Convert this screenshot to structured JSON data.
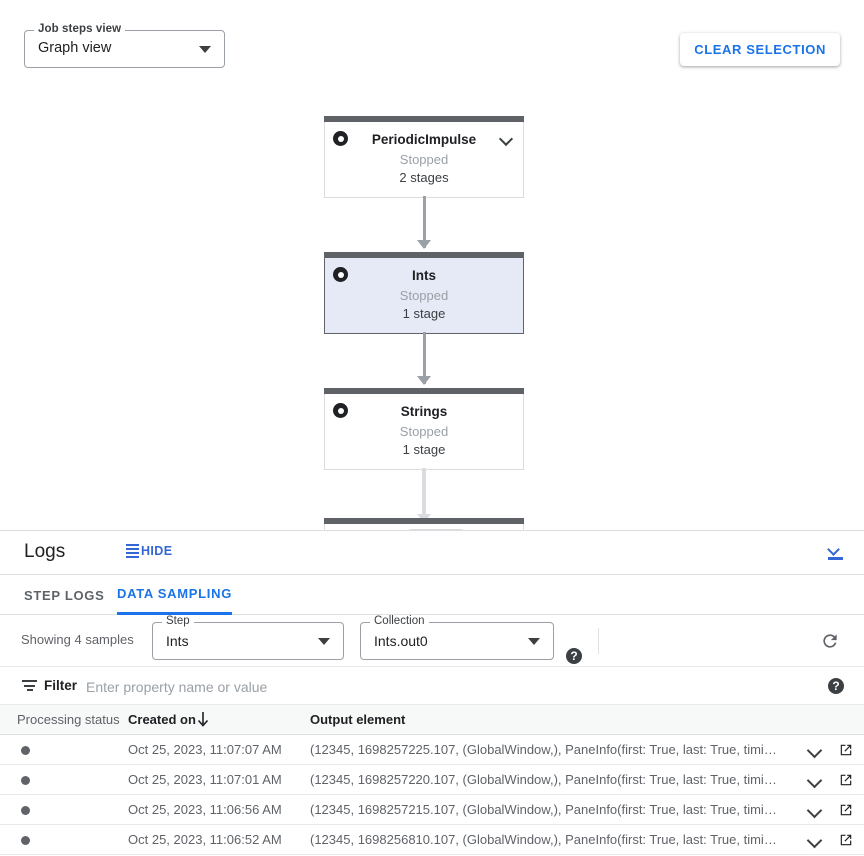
{
  "graph": {
    "job_steps_view": {
      "label": "Job steps view",
      "value": "Graph view",
      "caret_icon": "chevron-down-icon"
    },
    "clear_selection_label": "CLEAR SELECTION",
    "nodes": [
      {
        "name": "PeriodicImpulse",
        "status": "Stopped",
        "stages": "2 stages",
        "selected": false,
        "has_chevron": true
      },
      {
        "name": "Ints",
        "status": "Stopped",
        "stages": "1 stage",
        "selected": true,
        "has_chevron": false
      },
      {
        "name": "Strings",
        "status": "Stopped",
        "stages": "1 stage",
        "selected": false,
        "has_chevron": false
      }
    ]
  },
  "logs": {
    "title": "Logs",
    "hide_label": "HIDE",
    "collapse_icon": "collapse-panel-icon",
    "tabs": [
      {
        "label": "STEP LOGS",
        "active": false
      },
      {
        "label": "DATA SAMPLING",
        "active": true
      }
    ],
    "controls": {
      "showing_samples": "Showing 4 samples",
      "step": {
        "label": "Step",
        "value": "Ints"
      },
      "collection": {
        "label": "Collection",
        "value": "Ints.out0"
      },
      "help_glyph": "?",
      "refresh_icon": "refresh-icon"
    },
    "filter": {
      "icon": "filter-icon",
      "label": "Filter",
      "placeholder": "Enter property name or value",
      "value": "",
      "help_glyph": "?"
    },
    "table": {
      "columns": [
        {
          "key": "status",
          "label": "Processing status"
        },
        {
          "key": "created",
          "label": "Created on",
          "sorted": "desc",
          "sort_icon": "arrow-down-icon"
        },
        {
          "key": "output",
          "label": "Output element"
        }
      ],
      "rows": [
        {
          "status_dot": "processing-status-dot",
          "created": "Oct 25, 2023, 11:07:07 AM",
          "output": "(12345, 1698257225.107, (GlobalWindow,), PaneInfo(first: True, last: True, timing…",
          "expand_icon": "chevron-down-icon",
          "open_icon": "open-in-new-icon"
        },
        {
          "status_dot": "processing-status-dot",
          "created": "Oct 25, 2023, 11:07:01 AM",
          "output": "(12345, 1698257220.107, (GlobalWindow,), PaneInfo(first: True, last: True, timing…",
          "expand_icon": "chevron-down-icon",
          "open_icon": "open-in-new-icon"
        },
        {
          "status_dot": "processing-status-dot",
          "created": "Oct 25, 2023, 11:06:56 AM",
          "output": "(12345, 1698257215.107, (GlobalWindow,), PaneInfo(first: True, last: True, timing…",
          "expand_icon": "chevron-down-icon",
          "open_icon": "open-in-new-icon"
        },
        {
          "status_dot": "processing-status-dot",
          "created": "Oct 25, 2023, 11:06:52 AM",
          "output": "(12345, 1698256810.107, (GlobalWindow,), PaneInfo(first: True, last: True, timing…",
          "expand_icon": "chevron-down-icon",
          "open_icon": "open-in-new-icon"
        }
      ]
    }
  },
  "colors": {
    "accent_blue": "#1a73e8",
    "link_blue": "#3367d6",
    "node_selected_fill": "#e5eaf6",
    "node_bar": "#5f6368",
    "text_primary": "#202124",
    "text_secondary": "#5f6368"
  }
}
